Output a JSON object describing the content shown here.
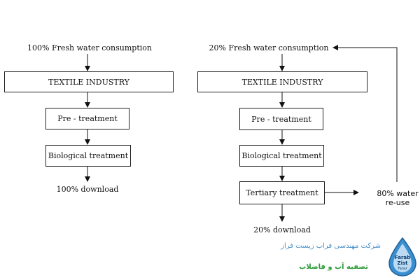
{
  "left": {
    "input": "100% Fresh water consumption",
    "industry": "TEXTILE INDUSTRY",
    "pretreatment": "Pre - treatment",
    "biological": "Biological treatment",
    "output": "100% download"
  },
  "right": {
    "input": "20% Fresh water consumption",
    "industry": "TEXTILE INDUSTRY",
    "pretreatment": "Pre - treatment",
    "biological": "Biological treatment",
    "tertiary": "Tertiary treatment",
    "reuse_line1": "80% water",
    "reuse_line2": "re-use",
    "output": "20% download"
  },
  "watermark": {
    "company_name": "شرکت مهندسی فراب زیست فراز",
    "service": "تصفیه آب و فاضلاب",
    "logo_text": "Farab Zist Faraz",
    "colors": {
      "company": "#4a90c8",
      "service": "#2e9a3a",
      "drop": "#3a8fd0"
    }
  }
}
